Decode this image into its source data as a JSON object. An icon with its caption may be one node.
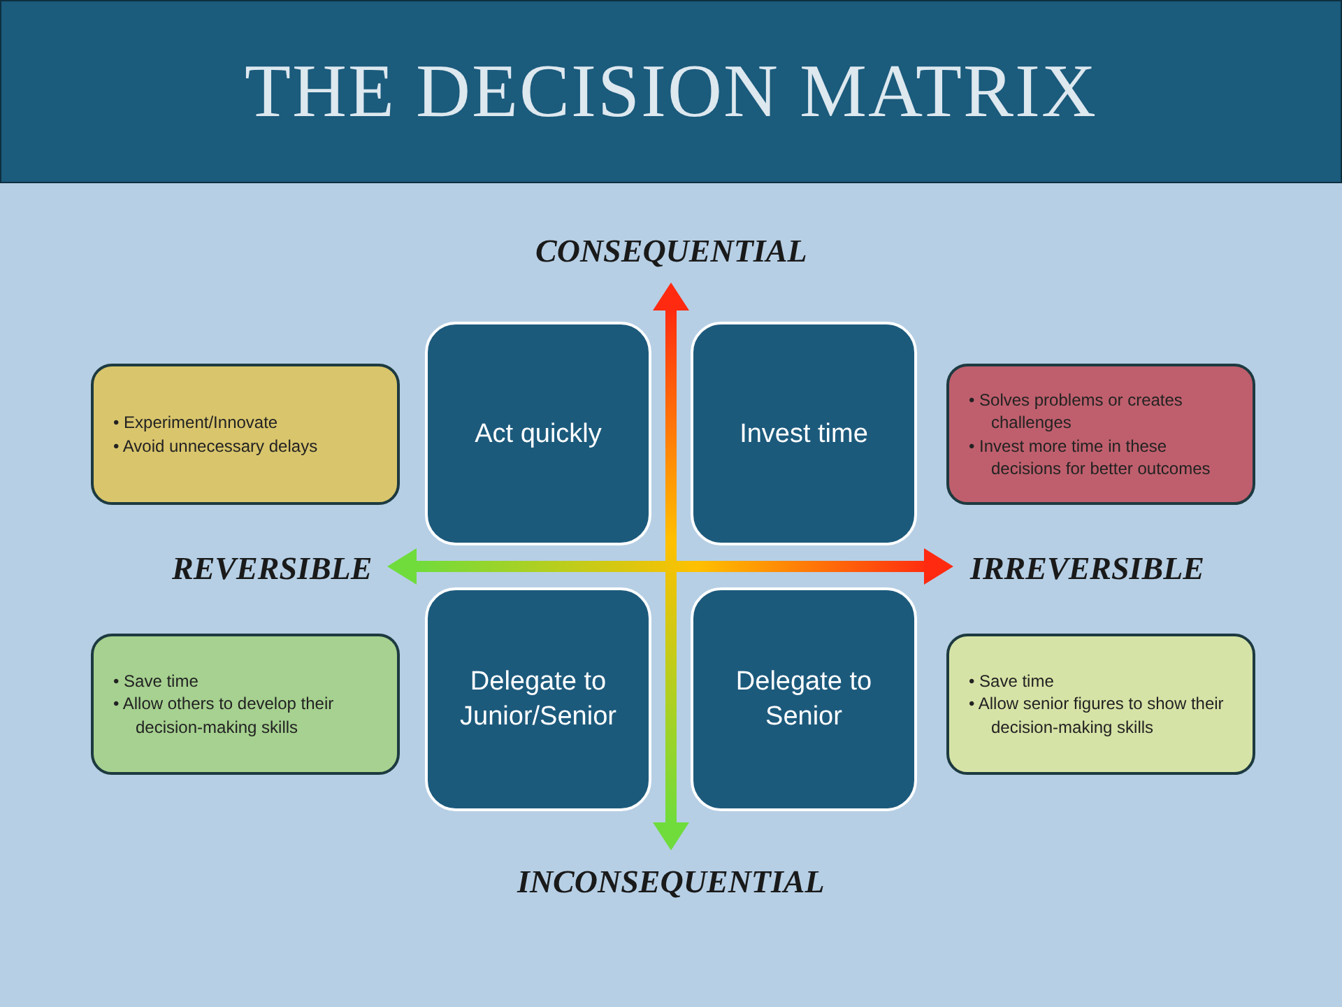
{
  "diagram": {
    "title": "THE DECISION MATRIX",
    "nodes": [
      {
        "text": [
          "• Experiment/Innovate",
          "• Avoid unnecessary delays"
        ]
      },
      {
        "text": [
          "Act quickly"
        ]
      },
      {
        "text": [
          "Invest time"
        ]
      },
      {
        "text": [
          "• Solves problems or creates challenges",
          "• Invest more time in these decisions for better outcomes"
        ]
      },
      {
        "text": [
          "• Save time",
          "• Allow others to develop their decision-making skills"
        ]
      },
      {
        "text": [
          "Delegate to Junior/Senior"
        ]
      },
      {
        "text": [
          "Delegate to Senior"
        ]
      },
      {
        "text": [
          "• Save time",
          "• Allow senior figures to show their decision-making skills"
        ]
      }
    ],
    "labels": [
      "CONSEQUENTIAL",
      "REVERSIBLE",
      "IRREVERSIBLE",
      "INCONSEQUENTIAL"
    ]
  }
}
